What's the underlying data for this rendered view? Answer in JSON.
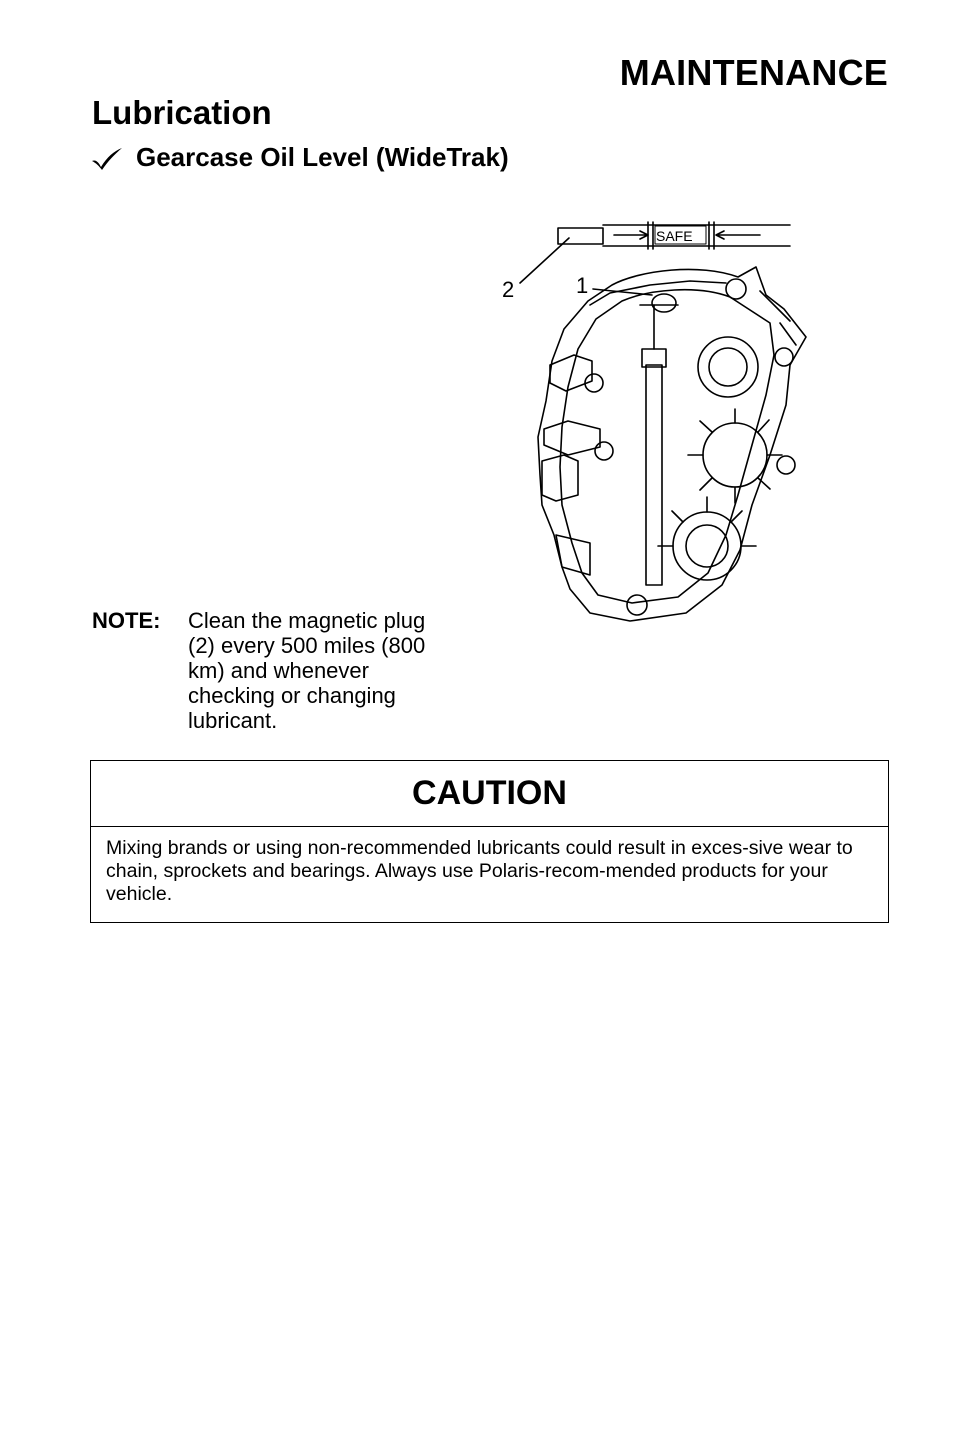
{
  "header": {
    "section": "MAINTENANCE",
    "subsection": "Lubrication",
    "topic": "Gearcase Oil Level (WideTrak)"
  },
  "figure": {
    "dipstick_label": "SAFE",
    "callout_1": "1",
    "callout_2": "2"
  },
  "note": {
    "label": "NOTE:",
    "text": "Clean the magnetic plug (2) every 500 miles (800 km) and whenever checking or changing lubricant."
  },
  "caution": {
    "title": "CAUTION",
    "text": "Mixing brands or using non-recommended lubricants could result in exces-sive wear to chain, sprockets and bearings. Always use Polaris-recom-mended products for your vehicle."
  },
  "icons": {
    "topic_marker": "check-mark-icon"
  }
}
